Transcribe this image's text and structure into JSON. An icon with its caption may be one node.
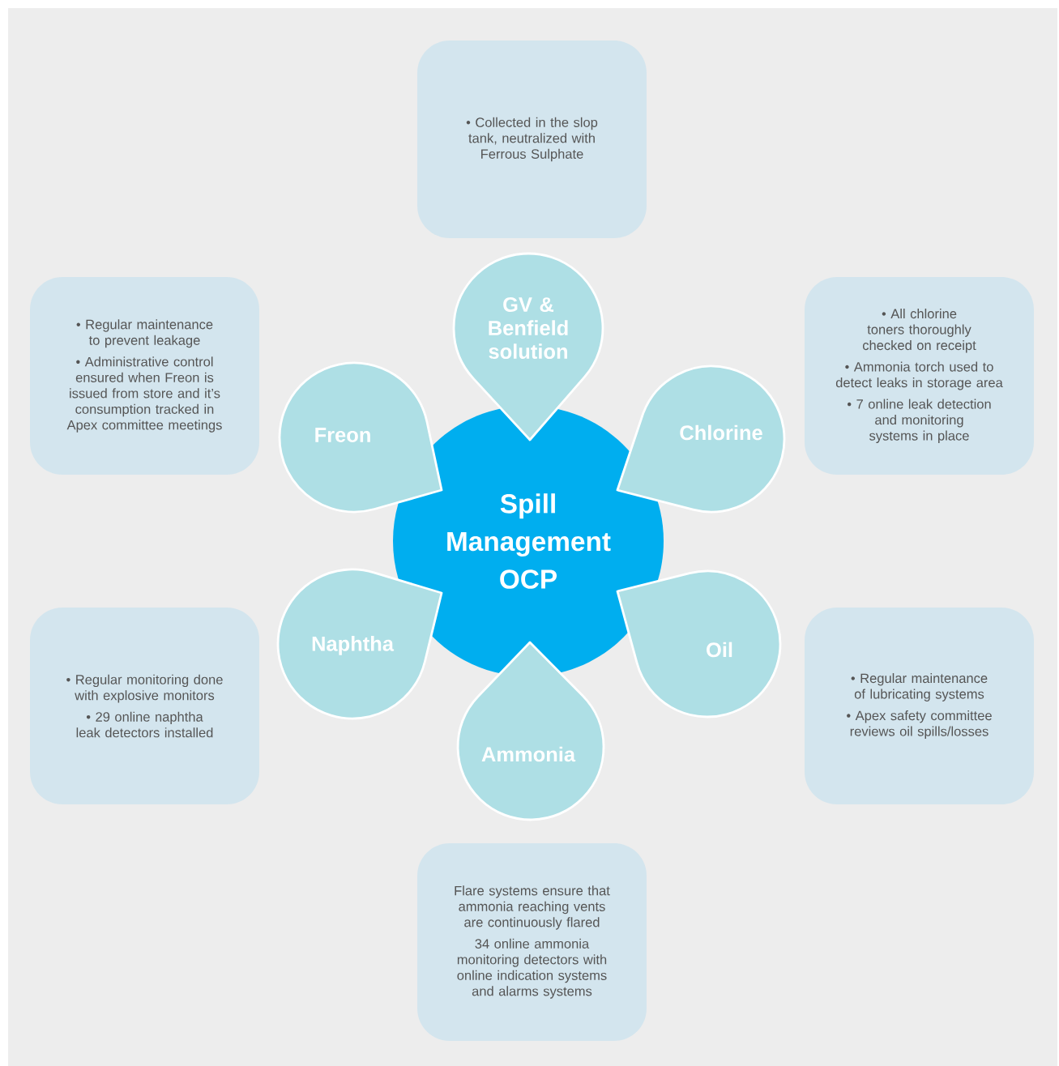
{
  "diagram": {
    "nodes": [
      {
        "text": [
          "• Collected in the slop tank, neutralized with Ferrous Sulphate"
        ]
      },
      {
        "text": [
          "GV & Benfield solution"
        ]
      },
      {
        "text": [
          "• Regular maintenance to prevent leakage",
          "• Administrative control ensured when Freon is issued from store and it’s consumption tracked in Apex committee meetings"
        ]
      },
      {
        "text": [
          "Freon"
        ]
      },
      {
        "text": [
          "Spill Management OCP"
        ]
      },
      {
        "text": [
          "Chlorine"
        ]
      },
      {
        "text": [
          "• All chlorine toners thoroughly checked on receipt",
          "• Ammonia torch used to detect leaks in storage area",
          "• 7 online leak detection and monitoring systems in place"
        ]
      },
      {
        "text": [
          "Naphtha"
        ]
      },
      {
        "text": [
          "Oil"
        ]
      },
      {
        "text": [
          "• Regular monitoring done with explosive monitors",
          "• 29 online naphtha leak detectors installed"
        ]
      },
      {
        "text": [
          "• Regular maintenance of lubricating systems",
          "• Apex safety committee reviews oil spills/losses"
        ]
      },
      {
        "text": [
          "Ammonia"
        ]
      },
      {
        "text": [
          "Flare systems ensure that ammonia reaching vents are continuously flared",
          "34 online ammonia monitoring detectors with online indication systems and alarms systems"
        ]
      }
    ]
  }
}
